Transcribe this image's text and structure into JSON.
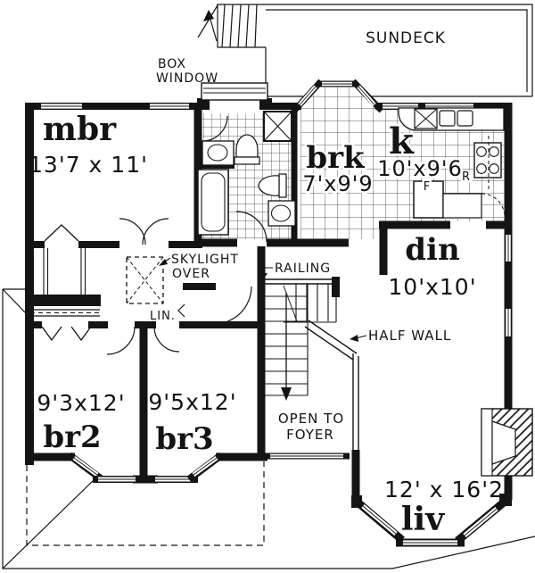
{
  "plan": {
    "outdoor": {
      "sundeck_label": "SUNDECK"
    },
    "annotations": {
      "box_window": [
        "BOX",
        "WINDOW"
      ],
      "skylight": [
        "SKYLIGHT",
        "OVER"
      ],
      "railing": "RAILING",
      "half_wall": "HALF WALL",
      "linen": "LIN.",
      "open_to_foyer": [
        "OPEN TO",
        "FOYER"
      ]
    },
    "appliances": {
      "fridge": "F",
      "range": "R"
    },
    "rooms": {
      "mbr": {
        "name": "mbr",
        "dims": "13'7 x 11'"
      },
      "brk": {
        "name": "brk",
        "dims": "7'x9'9"
      },
      "kitchen": {
        "name": "k",
        "dims": "10'x9'6"
      },
      "din": {
        "name": "din",
        "dims": "10'x10'"
      },
      "br2": {
        "name": "br2",
        "dims": "9'3x12'"
      },
      "br3": {
        "name": "br3",
        "dims": "9'5x12'"
      },
      "liv": {
        "name": "liv",
        "dims": "12' x 16'2"
      }
    },
    "colors": {
      "ink": "#141414",
      "paper": "#ffffff"
    }
  }
}
